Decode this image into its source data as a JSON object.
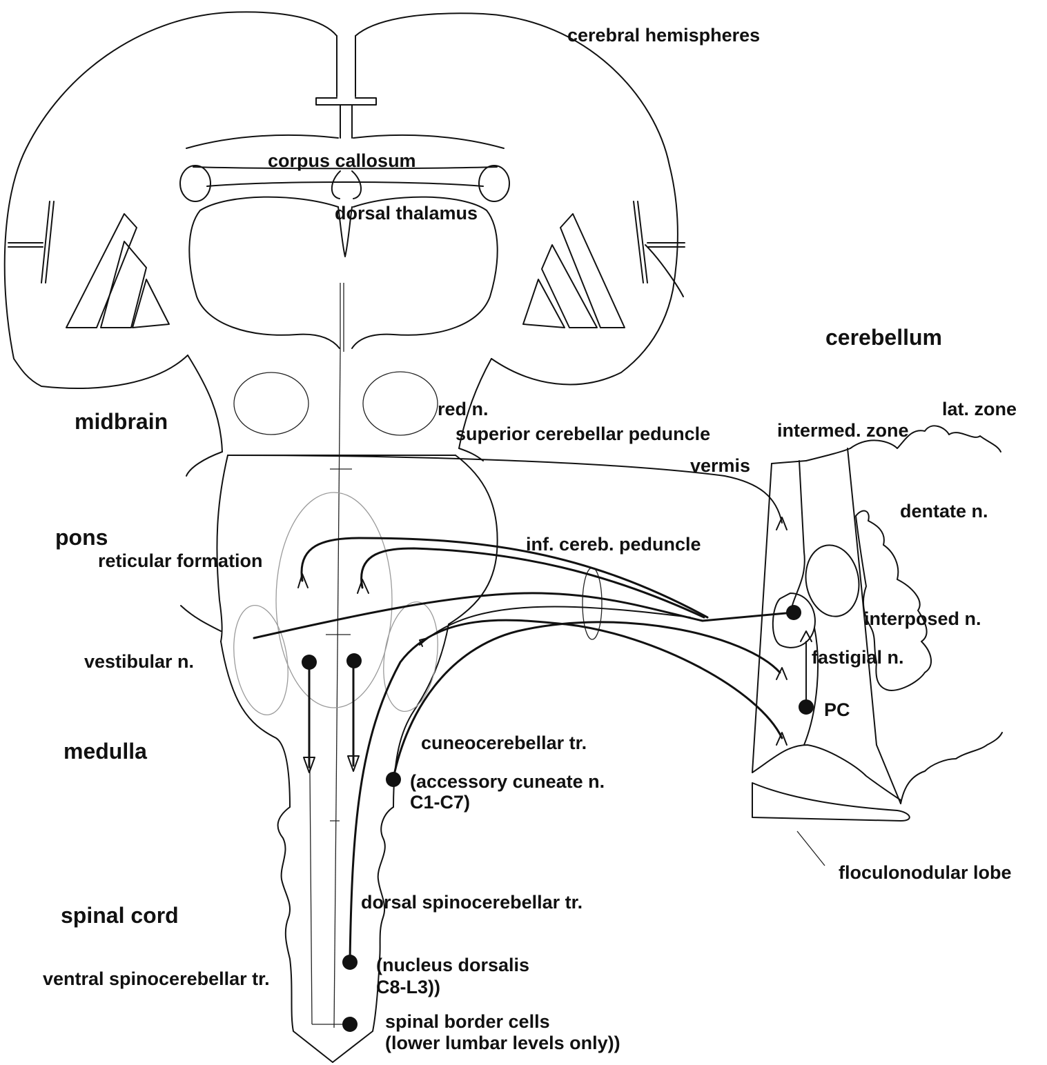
{
  "labels": {
    "cerebral_hemispheres": "cerebral hemispheres",
    "corpus_callosum": "corpus callosum",
    "dorsal_thalamus": "dorsal thalamus",
    "cerebellum": "cerebellum",
    "midbrain": "midbrain",
    "red_n": "red n.",
    "superior_cerebellar_peduncle": "superior cerebellar peduncle",
    "lat_zone": "lat. zone",
    "intermed_zone": "intermed. zone",
    "vermis": "vermis",
    "dentate_n": "dentate n.",
    "pons": "pons",
    "reticular_formation": "reticular formation",
    "inf_cereb_peduncle": "inf. cereb. peduncle",
    "interposed_n": "interposed n.",
    "vestibular_n": "vestibular n.",
    "fastigial_n": "fastigial n.",
    "pc": "PC",
    "medulla": "medulla",
    "cuneocerebellar_tr": "cuneocerebellar tr.",
    "accessory_cuneate_1": "(accessory cuneate n.",
    "accessory_cuneate_2": "C1-C7)",
    "floculonodular_lobe": "floculonodular lobe",
    "spinal_cord": "spinal cord",
    "dorsal_spinocerebellar_tr": "dorsal spinocerebellar tr.",
    "ventral_spinocerebellar_tr": "ventral spinocerebellar tr.",
    "nucleus_dorsalis_1": "(nucleus dorsalis",
    "nucleus_dorsalis_2": "C8-L3))",
    "spinal_border_1": "spinal border cells",
    "spinal_border_2": "(lower lumbar levels only))"
  },
  "colors": {
    "ink": "#111111",
    "grey_outline": "#9a9a9a",
    "background": "#ffffff"
  }
}
